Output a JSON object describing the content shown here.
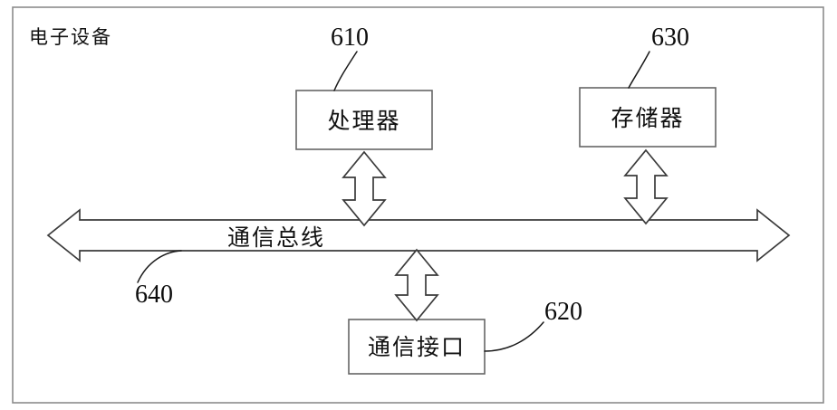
{
  "figure": {
    "outer_label": "电子设备",
    "background_color": "#ffffff",
    "line_color": "#3a3a3a",
    "frame_color": "#8c8c8c"
  },
  "blocks": {
    "processor": {
      "label": "处理器",
      "ref": "610"
    },
    "memory": {
      "label": "存储器",
      "ref": "630"
    },
    "comm_interface": {
      "label": "通信接口",
      "ref": "620"
    },
    "comm_bus": {
      "label": "通信总线",
      "ref": "640"
    }
  },
  "connectors": {
    "processor_to_bus": "double-headed-vertical-arrow",
    "memory_to_bus": "double-headed-vertical-arrow",
    "bus_to_interface": "double-headed-vertical-arrow",
    "bus": "double-headed-horizontal-arrow"
  }
}
